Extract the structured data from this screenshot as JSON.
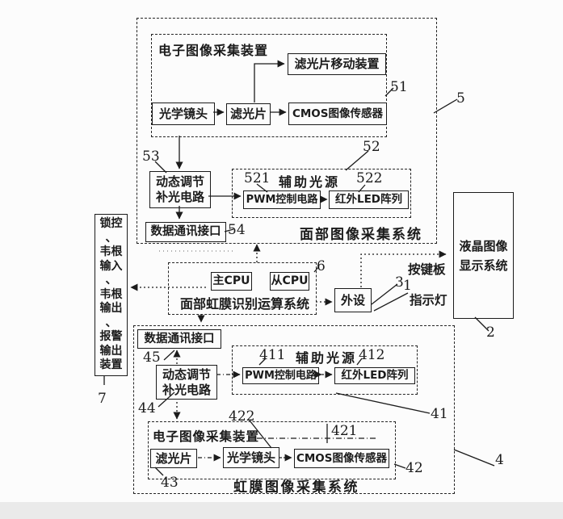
{
  "diagram": {
    "colors": {
      "ink": "#1b1b1b",
      "paper": "#fcfcfc"
    },
    "face_system": {
      "caption": "面部图像采集系统",
      "ref": "5",
      "image_device": {
        "title": "电子图像采集装置",
        "ref": "51",
        "lens": "光学镜头",
        "filter": "滤光片",
        "cmos": "CMOS图像传感器",
        "filter_mover": "滤光片移动装置"
      },
      "dynamic_fill": "动态调节\n补光电路",
      "dynamic_fill_ref": "53",
      "aux_light": {
        "title": "辅助光源",
        "ref": "52",
        "pwm": "PWM控制电路",
        "pwm_ref": "521",
        "led": "红外LED阵列",
        "led_ref": "522"
      },
      "data_interface": "数据通讯接口",
      "data_interface_ref": "54"
    },
    "compute_system": {
      "caption": "面部虹膜识别运算系统",
      "ref": "6",
      "main_cpu": "主CPU",
      "slave_cpu": "从CPU"
    },
    "peripheral": {
      "label": "外设",
      "keypad": "按键板",
      "keypad_ref": "3",
      "indicator": "指示灯",
      "indicator_ref": "1"
    },
    "lcd_display": {
      "label": "液晶图像\n显示系统",
      "ref": "2"
    },
    "io_device": {
      "label": "锁控、韦根输入、韦根输出、报警输出装置",
      "display": "锁控\n、\n韦根\n输入\n、\n韦根\n输出\n、\n报警\n输出\n装置",
      "ref": "7"
    },
    "iris_system": {
      "caption": "虹膜图像采集系统",
      "ref": "4",
      "data_interface": "数据通讯接口",
      "data_interface_ref": "45",
      "dynamic_fill": "动态调节\n补光电路",
      "dynamic_fill_ref": "44",
      "aux_light": {
        "title": "辅助光源",
        "ref": "41",
        "pwm": "PWM控制电路",
        "pwm_ref": "411",
        "led": "红外LED阵列",
        "led_ref": "412"
      },
      "image_device": {
        "title": "电子图像采集装置",
        "ref": "42",
        "filter": "滤光片",
        "filter_ref": "43",
        "lens": "光学镜头",
        "lens_ref": "422",
        "cmos": "CMOS图像传感器",
        "cmos_ref": "421"
      }
    }
  }
}
